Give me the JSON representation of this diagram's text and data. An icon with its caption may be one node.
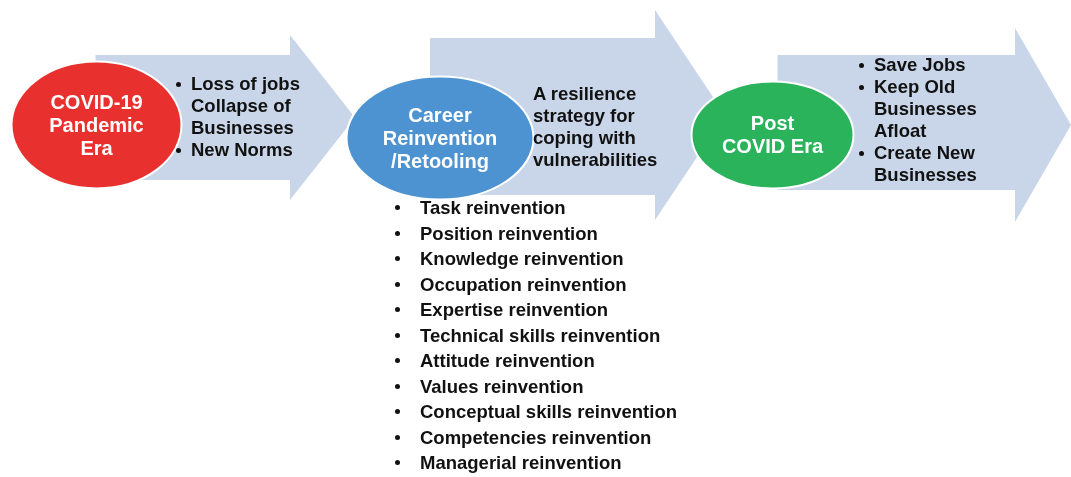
{
  "diagram": {
    "nodes": [
      {
        "text": [
          "COVID-19 Pandemic Era"
        ]
      },
      {
        "text": [
          "Loss of jobs Collapse of Businesses",
          "New Norms"
        ]
      },
      {
        "text": [
          "Career Reinvention /Retooling"
        ]
      },
      {
        "text": [
          "A resilience strategy for coping with vulnerabilities"
        ]
      },
      {
        "text": [
          "Post COVID Era"
        ]
      },
      {
        "text": [
          "Save Jobs",
          "Keep Old Businesses Afloat",
          "Create New Businesses"
        ]
      }
    ],
    "edges": [
      {
        "from": 0,
        "to": 2,
        "arrow": "to"
      },
      {
        "from": 2,
        "to": 4,
        "arrow": "to"
      },
      {
        "from": 4,
        "to": null,
        "arrow": "to"
      }
    ],
    "labels": [
      "Task reinvention",
      "Position reinvention",
      "Knowledge reinvention",
      "Occupation reinvention",
      "Expertise reinvention",
      "Technical skills reinvention",
      "Attitude reinvention",
      "Values reinvention",
      "Conceptual skills reinvention",
      "Competencies reinvention",
      "Managerial reinvention"
    ]
  }
}
